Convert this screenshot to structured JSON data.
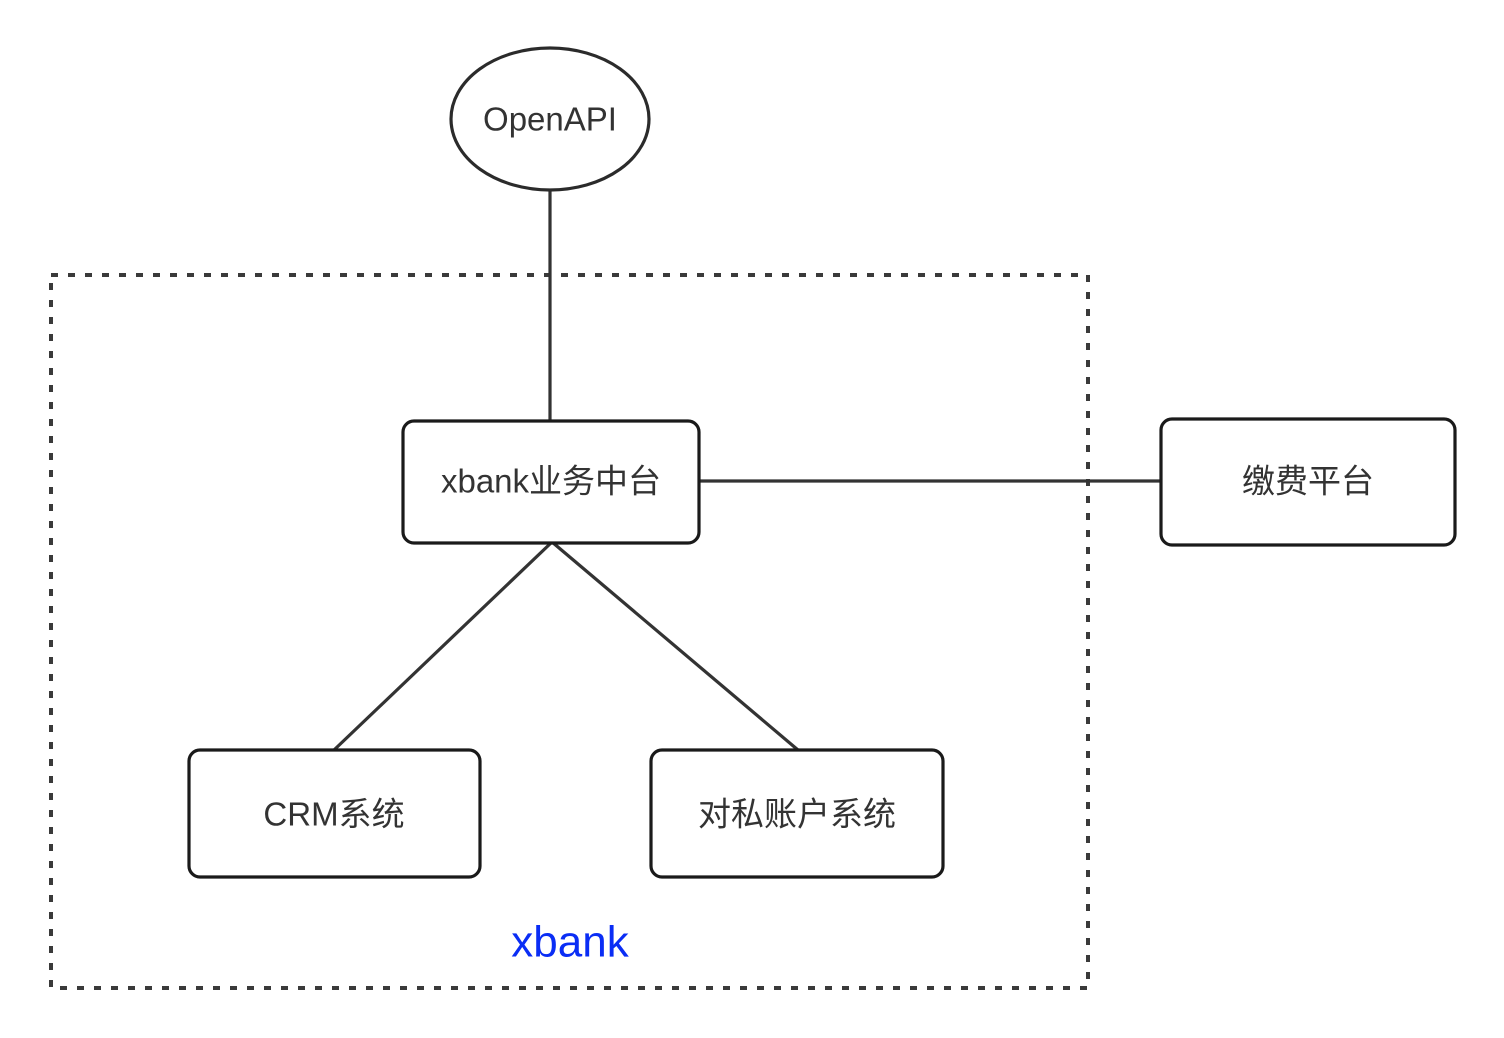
{
  "diagram": {
    "type": "system-architecture-diagram",
    "background_color": "#ffffff",
    "boundary": {
      "label": "xbank",
      "label_color": "#0a2df5",
      "style": "dotted",
      "stroke_color": "#3a3a3a"
    },
    "nodes": [
      {
        "id": "openapi",
        "label": "OpenAPI",
        "shape": "ellipse",
        "inside_boundary": false
      },
      {
        "id": "xbank-business-midend",
        "label": "xbank业务中台",
        "shape": "rounded-rect",
        "inside_boundary": true
      },
      {
        "id": "payment-platform",
        "label": "缴费平台",
        "shape": "rounded-rect",
        "inside_boundary": false
      },
      {
        "id": "crm-system",
        "label": "CRM系统",
        "shape": "rounded-rect",
        "inside_boundary": true
      },
      {
        "id": "personal-account-system",
        "label": "对私账户系统",
        "shape": "rounded-rect",
        "inside_boundary": true
      }
    ],
    "edges": [
      {
        "from": "openapi",
        "to": "xbank-business-midend"
      },
      {
        "from": "xbank-business-midend",
        "to": "payment-platform"
      },
      {
        "from": "xbank-business-midend",
        "to": "crm-system"
      },
      {
        "from": "xbank-business-midend",
        "to": "personal-account-system"
      }
    ]
  }
}
